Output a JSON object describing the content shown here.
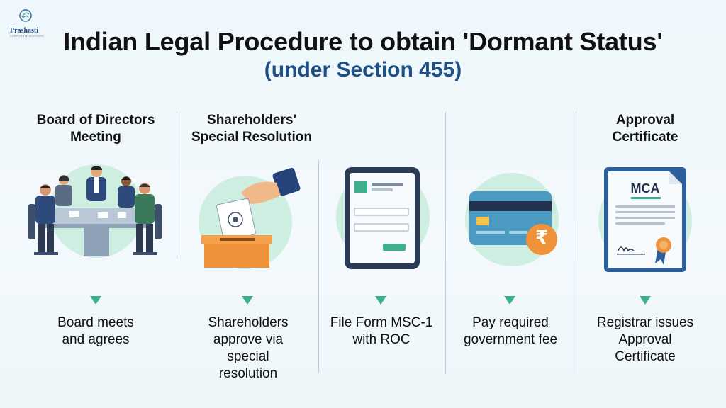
{
  "header": {
    "logo_name": "Prashasti",
    "logo_tagline": "CORPORATE ADVISORS",
    "title": "Indian Legal Procedure to obtain 'Dormant Status'",
    "subtitle": "(under Section 455)"
  },
  "steps": [
    {
      "heading": "Board of Directors Meeting",
      "heading_line1": "Board of Directors",
      "heading_line2": "Meeting",
      "text_line1": "Board meets",
      "text_line2": "and agrees",
      "text_line3": ""
    },
    {
      "heading": "Shareholders' Special Resolution",
      "heading_line1": "Shareholders'",
      "heading_line2": "Special Resolution",
      "text_line1": "Shareholders",
      "text_line2": "approve via",
      "text_line3": "special",
      "text_line4": "resolution"
    },
    {
      "heading": "",
      "text_line1": "File Form MSC-1",
      "text_line2": "with ROC"
    },
    {
      "heading": "",
      "text_line1": "Pay required",
      "text_line2": "government fee",
      "currency_symbol": "₹"
    },
    {
      "heading": "Approval Certificate",
      "heading_line1": "Approval",
      "heading_line2": "Certificate",
      "text_line1": "Registrar issues",
      "text_line2": "Approval",
      "text_line3": "Certificate",
      "certificate_label": "MCA"
    }
  ],
  "colors": {
    "accent_green": "#3daf8f",
    "title_blue": "#1e4f86",
    "circle_bg": "#cfeee2",
    "card_blue": "#4a9ac2",
    "ballot_orange": "#f0923a"
  }
}
